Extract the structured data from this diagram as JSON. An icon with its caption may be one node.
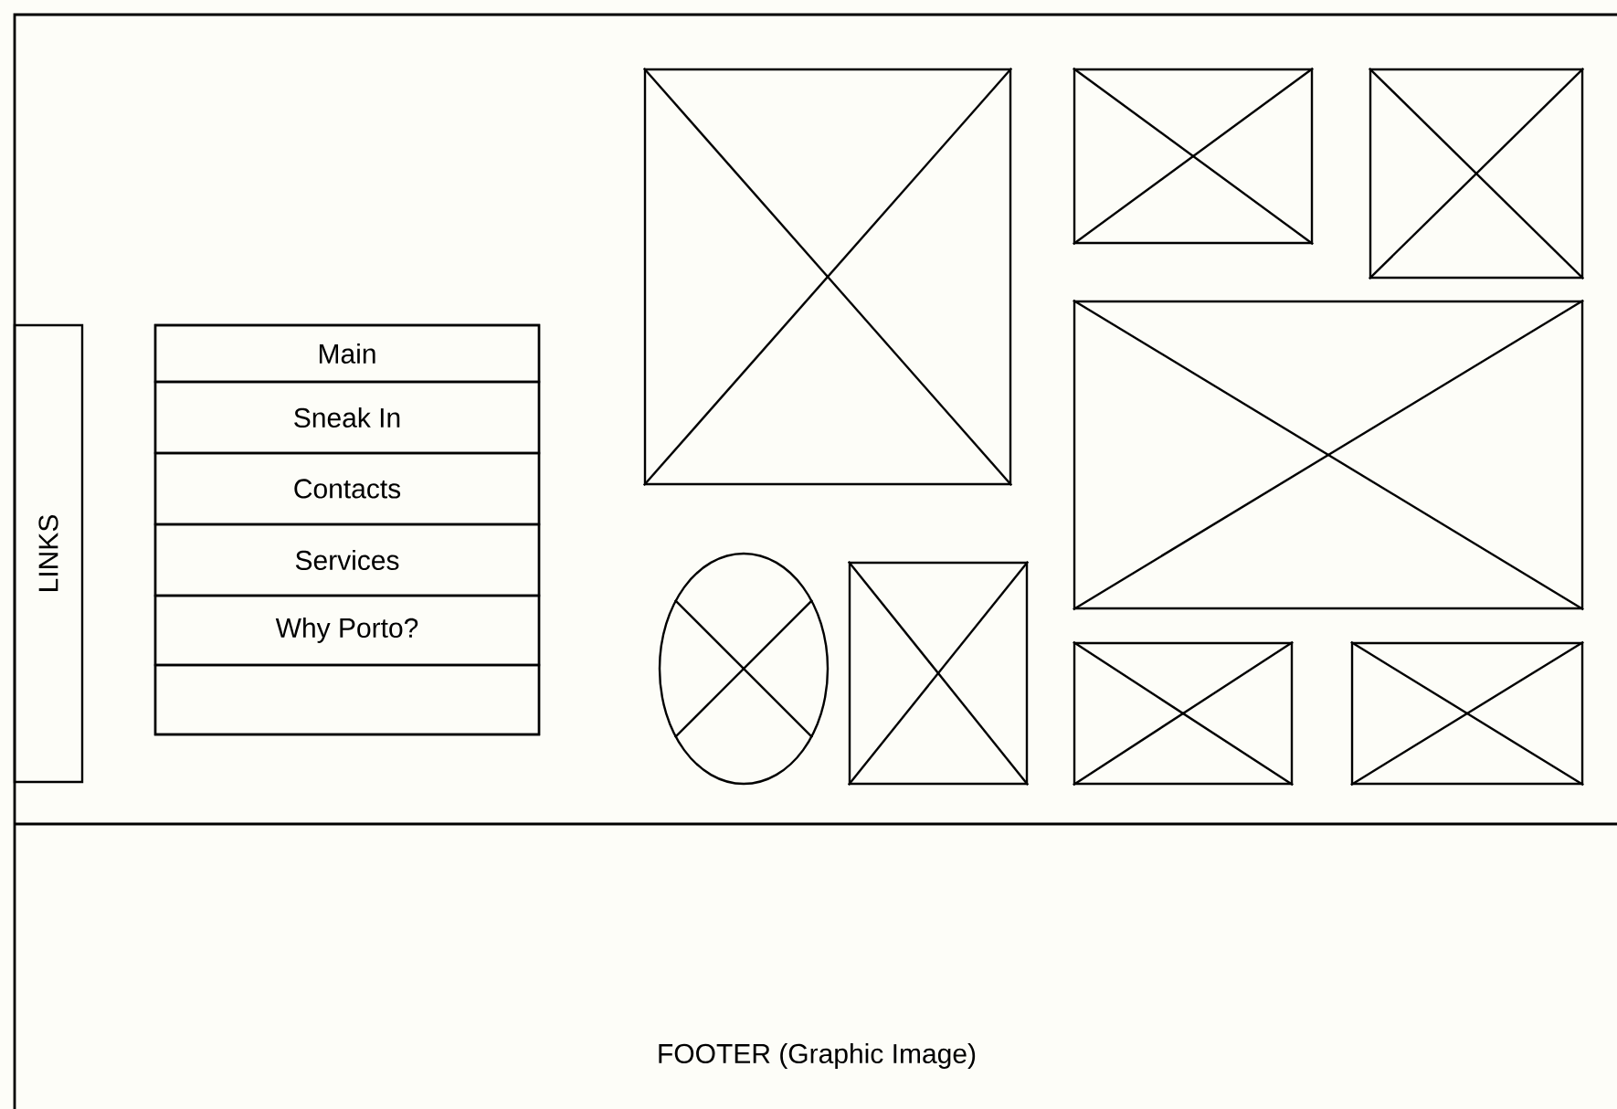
{
  "diagram": {
    "nodes": [
      {
        "text": [],
        "shape": "box"
      },
      {
        "text": [],
        "shape": "box"
      },
      {
        "text": [],
        "shape": "box"
      },
      {
        "text": [],
        "shape": "box"
      },
      {
        "text": [
          "LINKS"
        ]
      },
      {
        "text": [],
        "shape": "box"
      },
      {
        "text": [
          "Main"
        ],
        "in": 5
      },
      {
        "text": [
          "Sneak In"
        ],
        "in": 5
      },
      {
        "text": [
          "Contacts"
        ],
        "in": 5
      },
      {
        "text": [
          "Services"
        ],
        "in": 5
      },
      {
        "text": [
          "Why Porto?"
        ],
        "in": 5
      },
      {
        "text": [],
        "shape": "box",
        "in": 5
      },
      {
        "text": [],
        "shape": "circle"
      },
      {
        "text": [],
        "shape": "box"
      },
      {
        "text": [],
        "shape": "box"
      },
      {
        "text": [],
        "shape": "box"
      }
    ],
    "labels": [
      "FOOTER (Graphic Image)"
    ]
  }
}
